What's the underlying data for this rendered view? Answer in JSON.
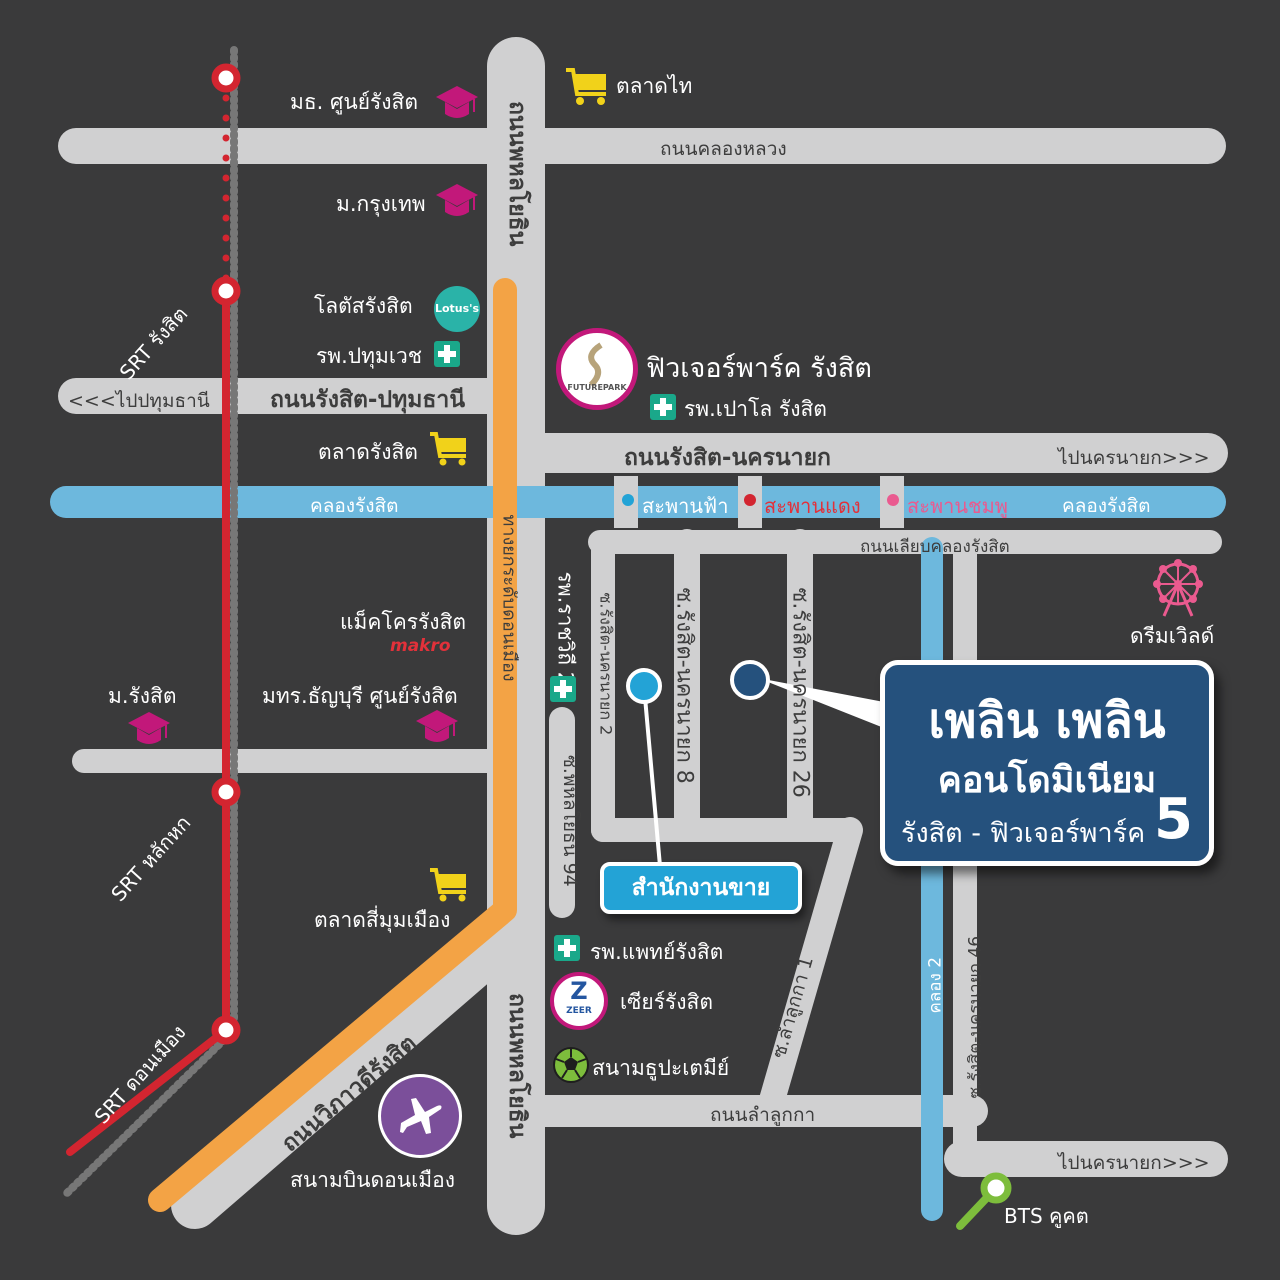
{
  "colors": {
    "background": "#3a3a3b",
    "road": "#d0d0d1",
    "canal": "#6db8dd",
    "srt_line": "#d32530",
    "expressway": "#f3a345",
    "callout": "#25517d",
    "sales": "#23a3d6",
    "university": "#c2187a",
    "hospital": "#1aa88a",
    "shopping": "#f1d21a",
    "bts": "#7dbd3c"
  },
  "roads": {
    "khlong_luang": "ถนนคลองหลวง",
    "phahon_top": "ถนนพหลโยธิน",
    "phahon_bottom": "ถนนพหลโยธิน",
    "rangsit_pathum": "ถนนรังสิต-ปทุมธานี",
    "to_pathum": "<<<ไปปทุมธานี",
    "rangsit_nakhon": "ถนนรังสิต-นครนายก",
    "to_nakhon_top": "ไปนครนายก>>>",
    "to_nakhon_bottom": "ไปนครนายก>>>",
    "canal_left": "คลองรังสิต",
    "canal_right": "คลองรังสิต",
    "lieap_khlong": "ถนนเลียบคลองรังสิต",
    "expressway": "ทางยกระดับดอนเมือง",
    "wiphawadi": "ถนนวิภาวดีรังสิต",
    "lam_luk_ka": "ถนนลำลูกกา",
    "soi_phahon94": "ซ.พหลโยธิน 94",
    "soi_rn2": "ซ.รังสิต-นครนายก 2",
    "soi_rn8": "ซ.รังสิต-นครนายก 8",
    "soi_rn26": "ซ.รังสิต-นครนายก 26",
    "soi_lamlukka1": "ซ.ลำลูกกา 1",
    "khlong2": "คลอง 2",
    "soi_rn46": "ซ.รังสิต-นครนายก 46"
  },
  "bridges": {
    "sky": "สะพานฟ้า",
    "red": "สะพานแดง",
    "pink": "สะพานชมพู"
  },
  "stations": {
    "rangsit": "SRT รังสิต",
    "lak_hok": "SRT หลักหก",
    "don_mueang": "SRT ดอนเมือง",
    "bts": "BTS คูคต"
  },
  "places": {
    "talad_thai": "ตลาดไท",
    "ru_rangsit": "มธ. ศูนย์รังสิต",
    "bangkok_u": "ม.กรุงเทพ",
    "lotus": "โลตัสรังสิต",
    "lotus_logo": "Lotus's",
    "pathumvech": "รพ.ปทุมเวช",
    "future_park": "ฟิวเจอร์พาร์ค รังสิต",
    "future_logo": "FUTUREPARK",
    "paolo": "รพ.เปาโล รังสิต",
    "talad_rangsit": "ตลาดรังสิต",
    "makro": "แม็คโครรังสิต",
    "makro_logo": "makro",
    "rajavithi2": "รพ.ราชวิถี 2",
    "rangsit_u": "ม.รังสิต",
    "rmut": "มทร.ธัญบุรี ศูนย์รังสิต",
    "talad_simummueang": "ตลาดสี่มุมเมือง",
    "phaet_rangsit": "รพ.แพทย์รังสิต",
    "zeer": "เซียร์รังสิต",
    "zeer_logo": "ZEER",
    "thupatemi": "สนามธูปะเตมีย์",
    "don_mueang_airport": "สนามบินดอนเมือง",
    "dream_world": "ดรีมเวิลด์"
  },
  "callout": {
    "line1": "เพลิน เพลิน",
    "line2": "คอนโดมิเนียม",
    "line3": "รังสิต - ฟิวเจอร์พาร์ค",
    "number": "5"
  },
  "sales_office": "สำนักงานขาย"
}
